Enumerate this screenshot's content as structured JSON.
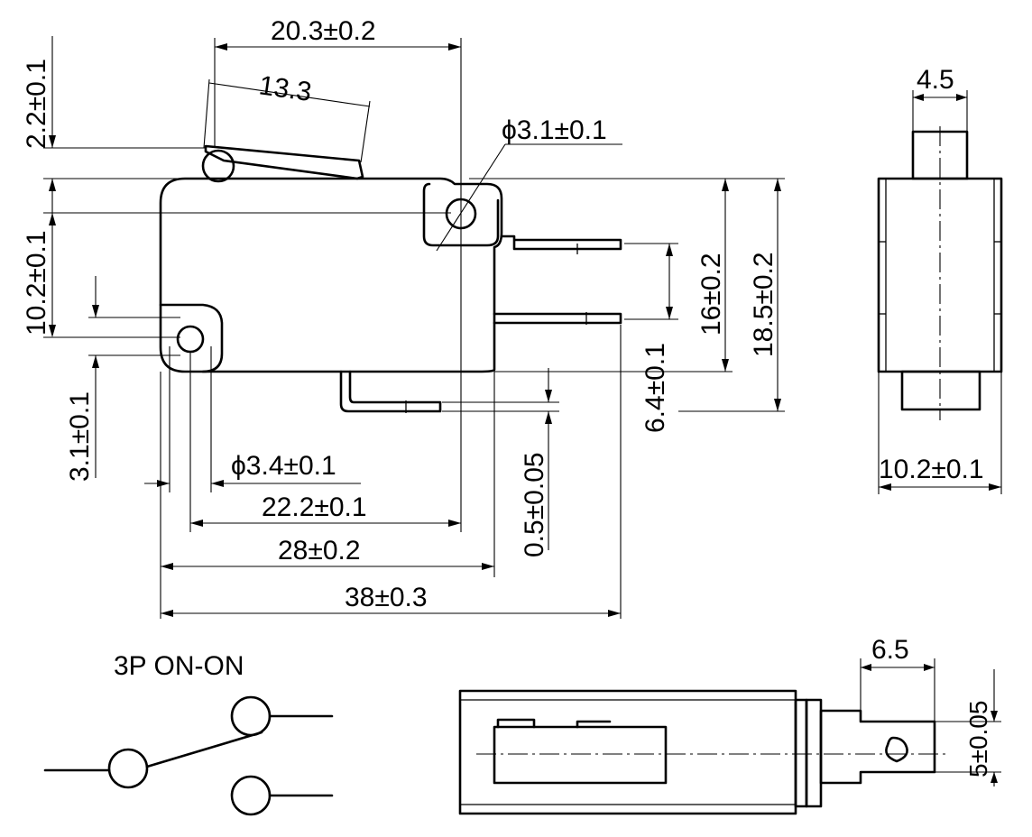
{
  "dimensions": {
    "overall_width": "20.3±0.2",
    "lever_length": "13.3",
    "lever_height": "2.2±0.1",
    "pivot_hole": "ϕ3.1±0.1",
    "hole_offset": "10.2±0.1",
    "hole_to_bottom": "3.1±0.1",
    "mount_hole": "ϕ3.4±0.1",
    "hole_spacing": "22.2±0.1",
    "body_length": "28±0.2",
    "total_length": "38±0.3",
    "terminal_gap": "0.5±0.05",
    "terminal_pitch": "6.4±0.1",
    "height_16": "16±0.2",
    "height_18": "18.5±0.2",
    "side_thickness": "4.5",
    "side_width": "10.2±0.1",
    "terminal_length": "6.5",
    "terminal_width": "5±0.05"
  },
  "schematic": {
    "title": "3P ON-ON"
  }
}
